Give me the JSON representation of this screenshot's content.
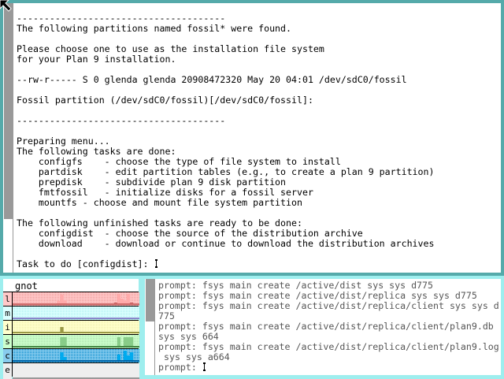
{
  "main_window": {
    "lines": [
      "",
      "--------------------------------------",
      "The following partitions named fossil* were found.",
      "",
      "Please choose one to use as the installation file system",
      "for your Plan 9 installation.",
      "",
      "--rw-r----- S 0 glenda glenda 20908472320 May 20 04:01 /dev/sdC0/fossil",
      "",
      "Fossil partition (/dev/sdC0/fossil)[/dev/sdC0/fossil]:",
      "",
      "--------------------------------------",
      "",
      "Preparing menu...",
      "The following tasks are done:",
      "    configfs    - choose the type of file system to install",
      "    partdisk    - edit partition tables (e.g., to create a plan 9 partition)",
      "    prepdisk    - subdivide plan 9 disk partition",
      "    fmtfossil   - initialize disks for a fossil server",
      "    mountfs - choose and mount file system partition",
      "",
      "The following unfinished tasks are ready to be done:",
      "    configdist  - choose the source of the distribution archive",
      "    download    - download or continue to download the distribution archives",
      ""
    ],
    "prompt": "Task to do [configdist]: "
  },
  "stats_window": {
    "machine": "gnot",
    "graphs": [
      {
        "label": "l",
        "bg": "#FFC8C8",
        "dot": "#EE9999",
        "line": "#CC6666",
        "fill": "#FFAAAA",
        "values": [
          0.05,
          0.05,
          0.05,
          0.05,
          0.05,
          0.05,
          0.05,
          0.05,
          0.05,
          0.05,
          0.05,
          0.05,
          0.05,
          0.05,
          0.3,
          0.85,
          0.4,
          0.05,
          0.05,
          0.05,
          0.05,
          0.05,
          0.1,
          0.05,
          0.05,
          0.05,
          0.05,
          0.05,
          0.05,
          0.05,
          0.05,
          0.05,
          0.2,
          0.9,
          0.5,
          0.4,
          0.9,
          0.2,
          0.05,
          0.05
        ]
      },
      {
        "label": "m",
        "bg": "#DDFFFF",
        "dot": "#AAEEEE",
        "line": "#8888CC",
        "fill": "#8888CC",
        "values": [
          0.12,
          0.12,
          0.12,
          0.12,
          0.12,
          0.12,
          0.12,
          0.12,
          0.12,
          0.12,
          0.12,
          0.12,
          0.12,
          0.12,
          0.12,
          0.12,
          0.12,
          0.12,
          0.12,
          0.12,
          0.12,
          0.12,
          0.12,
          0.12,
          0.12,
          0.12,
          0.12,
          0.12,
          0.12,
          0.12,
          0.12,
          0.12,
          0.12,
          0.12,
          0.12,
          0.12,
          0.12,
          0.12,
          0.12,
          0.12
        ]
      },
      {
        "label": "i",
        "bg": "#FFFFCC",
        "dot": "#EEEEAA",
        "line": "#999944",
        "fill": "#999944",
        "values": [
          0.1,
          0.1,
          0.1,
          0.1,
          0.1,
          0.1,
          0.1,
          0.1,
          0.1,
          0.1,
          0.1,
          0.1,
          0.1,
          0.1,
          0.1,
          0.5,
          0.15,
          0.1,
          0.1,
          0.1,
          0.1,
          0.1,
          0.1,
          0.1,
          0.1,
          0.1,
          0.1,
          0.1,
          0.1,
          0.1,
          0.1,
          0.1,
          0.1,
          0.1,
          0.1,
          0.1,
          0.1,
          0.1,
          0.1,
          0.1
        ]
      },
      {
        "label": "s",
        "bg": "#CCFFCC",
        "dot": "#AADDAA",
        "line": "#448844",
        "fill": "#88CC88",
        "values": [
          0.1,
          0.1,
          0.1,
          0.1,
          0.1,
          0.1,
          0.1,
          0.1,
          0.1,
          0.1,
          0.1,
          0.1,
          0.1,
          0.1,
          0.1,
          0.85,
          0.85,
          0.1,
          0.1,
          0.1,
          0.1,
          0.1,
          0.1,
          0.1,
          0.1,
          0.1,
          0.1,
          0.1,
          0.1,
          0.1,
          0.1,
          0.1,
          0.1,
          0.85,
          0.1,
          0.85,
          0.85,
          0.85,
          0.1,
          0.1
        ]
      },
      {
        "label": "c",
        "bg": "#88CCEE",
        "dot": "#0088CC",
        "line": "#0066AA",
        "fill": "#00AAEE",
        "values": [
          0.1,
          0.1,
          0.1,
          0.1,
          0.1,
          0.1,
          0.1,
          0.1,
          0.1,
          0.1,
          0.1,
          0.1,
          0.1,
          0.1,
          0.1,
          0.8,
          0.4,
          0.1,
          0.1,
          0.1,
          0.1,
          0.1,
          0.1,
          0.1,
          0.1,
          0.1,
          0.1,
          0.1,
          0.1,
          0.1,
          0.1,
          0.1,
          0.1,
          0.6,
          0.1,
          0.9,
          0.5,
          0.8,
          0.1,
          0.1
        ]
      },
      {
        "label": "e",
        "bg": "#EEEEEE",
        "dot": "#EEEEEE",
        "line": "#999999",
        "fill": "#999999",
        "values": [
          0,
          0,
          0,
          0,
          0,
          0,
          0,
          0,
          0,
          0,
          0,
          0,
          0,
          0,
          0,
          0,
          0,
          0,
          0,
          0,
          0,
          0,
          0,
          0,
          0,
          0,
          0,
          0,
          0,
          0,
          0,
          0,
          0,
          0,
          0,
          0,
          0,
          0,
          0,
          0
        ]
      }
    ]
  },
  "console_window": {
    "lines": [
      "prompt: fsys main create /active/dist sys sys d775",
      "prompt: fsys main create /active/dist/replica sys sys d775",
      "prompt: fsys main create /active/dist/replica/client sys sys d",
      "775",
      "prompt: fsys main create /active/dist/replica/client/plan9.db",
      "sys sys 664",
      "prompt: fsys main create /active/dist/replica/client/plan9.log",
      " sys sys a664"
    ],
    "prompt": "prompt: "
  },
  "colors": {
    "active_border": "#55AAAA",
    "inactive_border": "#9EEEEE",
    "scrollbar": "#999999"
  }
}
